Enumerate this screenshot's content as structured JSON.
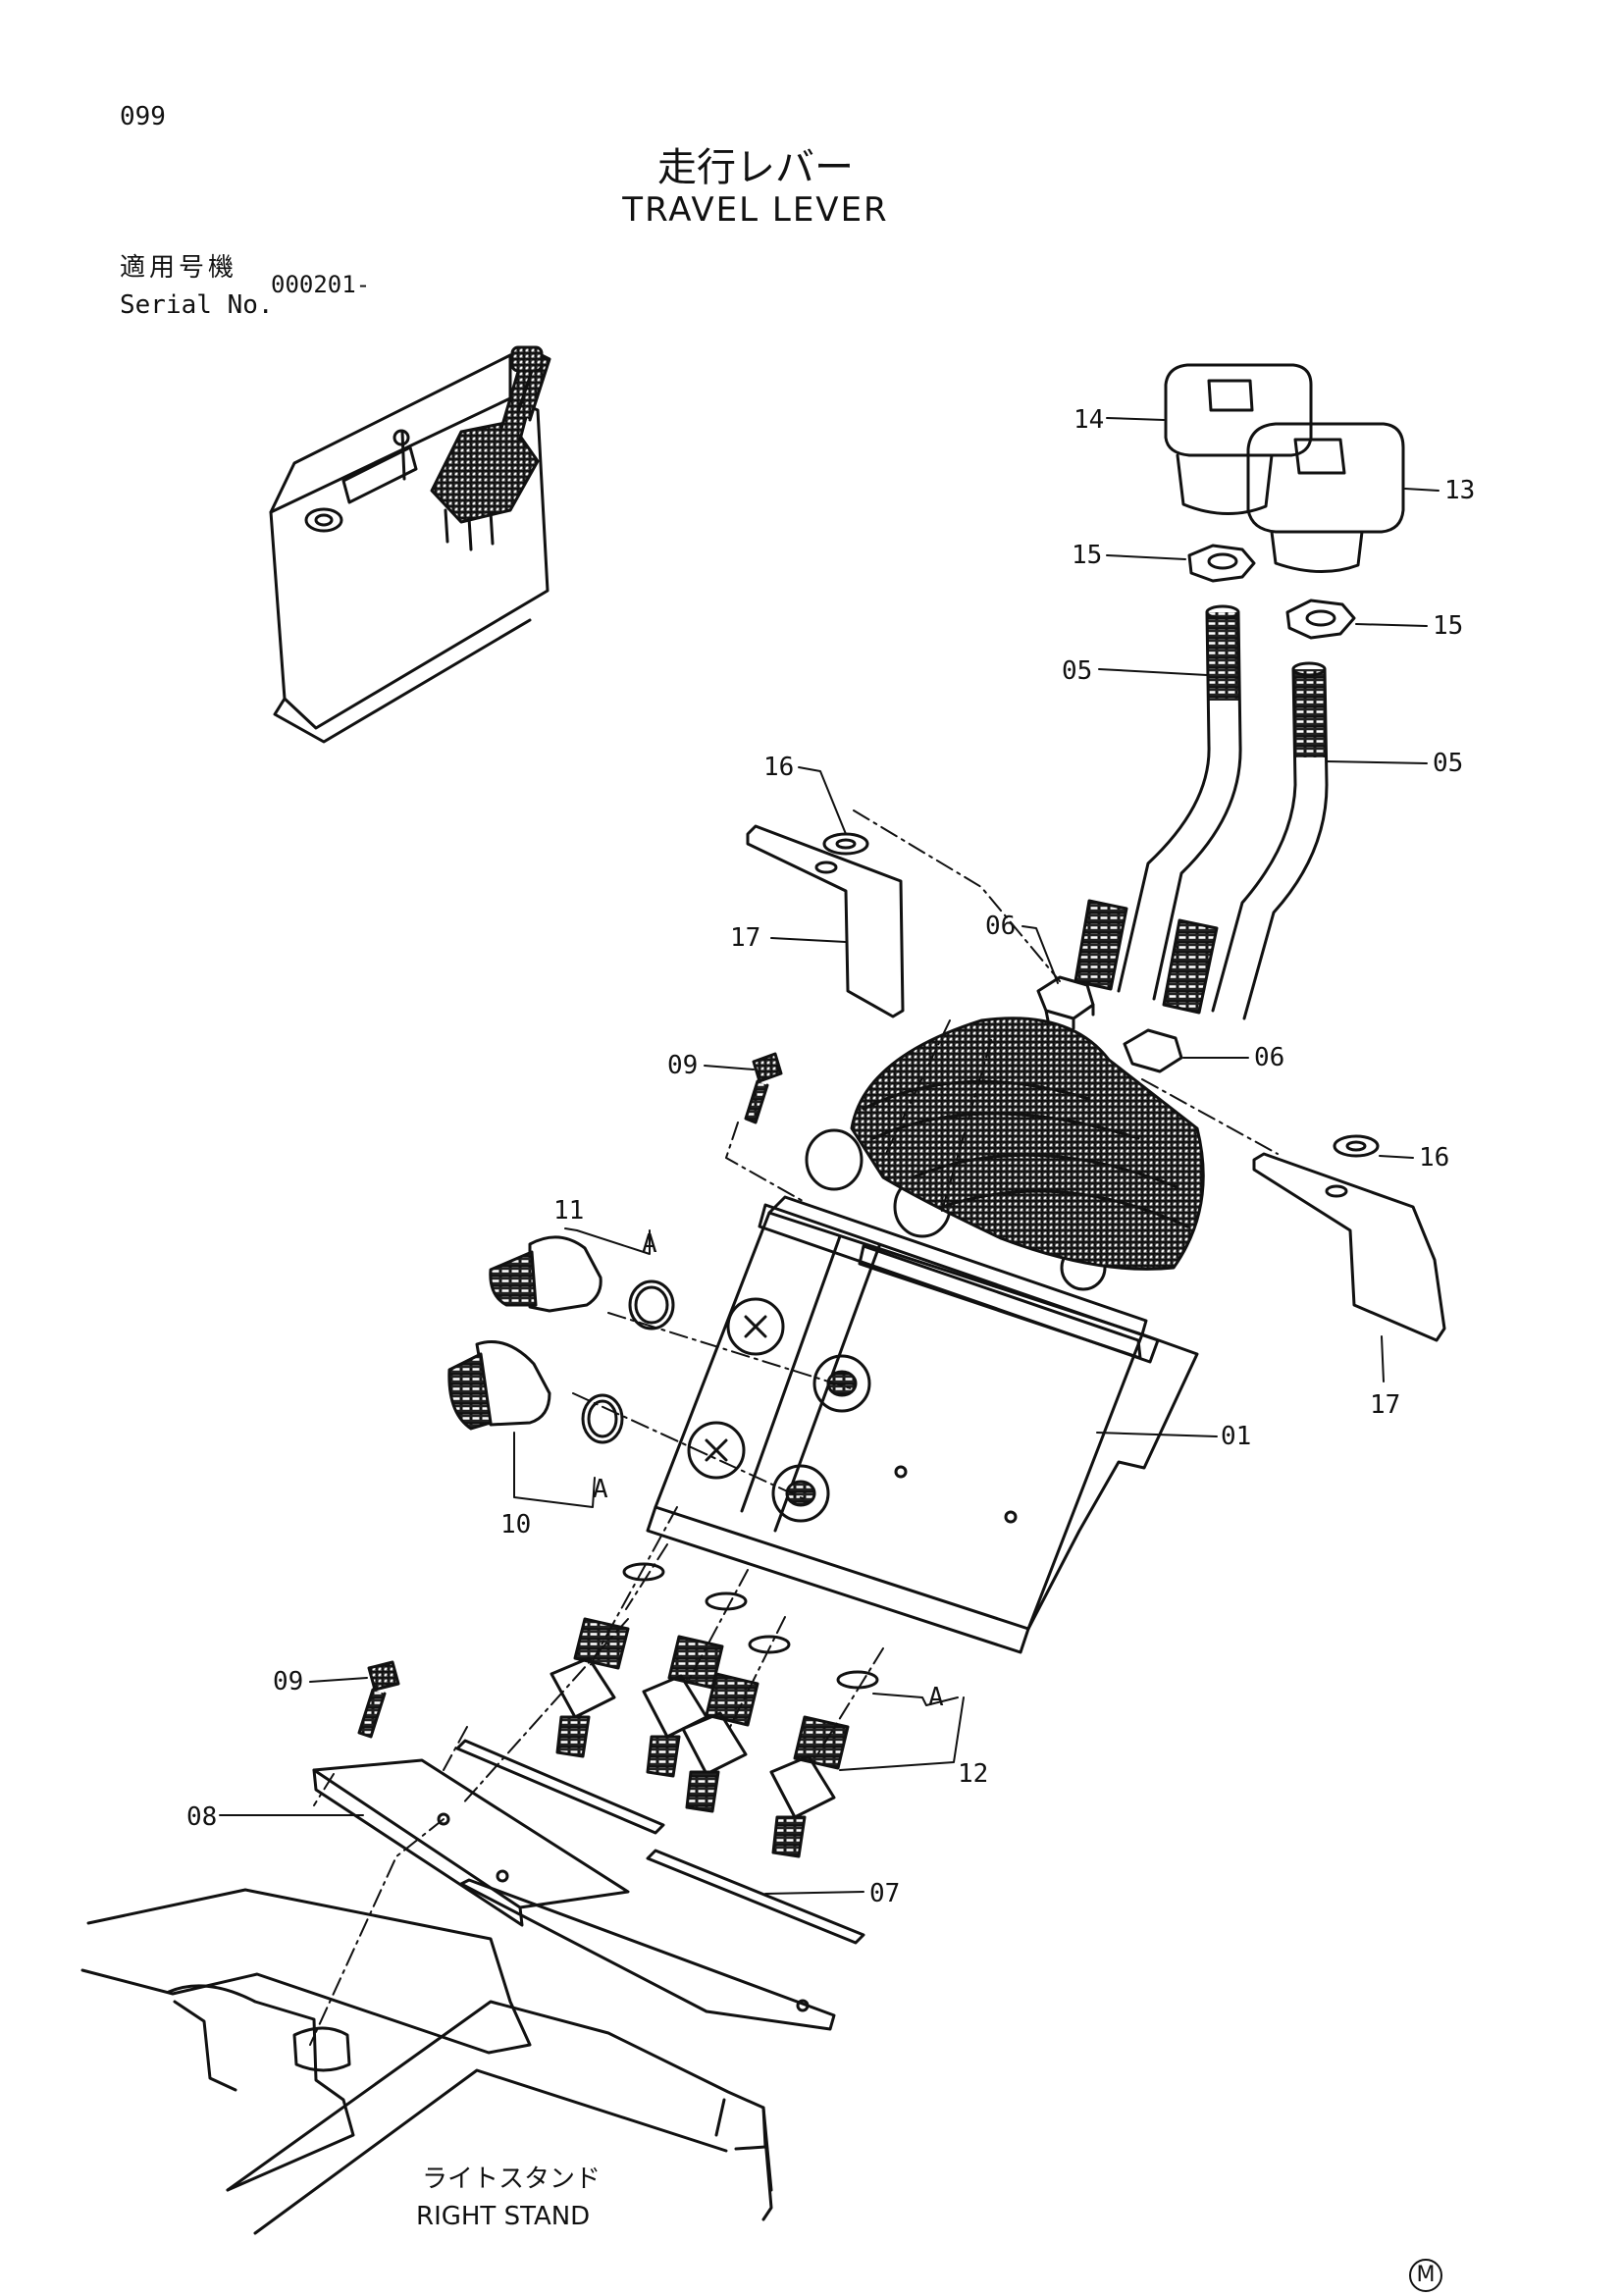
{
  "page_number": "099",
  "title_jp": "走行レバー",
  "title_en": "TRAVEL LEVER",
  "serial_label_jp": "適用号機",
  "serial_label_en": "Serial No.",
  "serial_value": "000201-",
  "stand_label_jp": "ライトスタンド",
  "stand_label_en": "RIGHT STAND",
  "manufacturer_mark": "M",
  "callouts": [
    "14",
    "13",
    "15",
    "15",
    "05",
    "05",
    "16",
    "06",
    "17",
    "09",
    "06",
    "16",
    "11",
    "A",
    "01",
    "17",
    "10",
    "A",
    "09",
    "A",
    "12",
    "08",
    "07"
  ]
}
